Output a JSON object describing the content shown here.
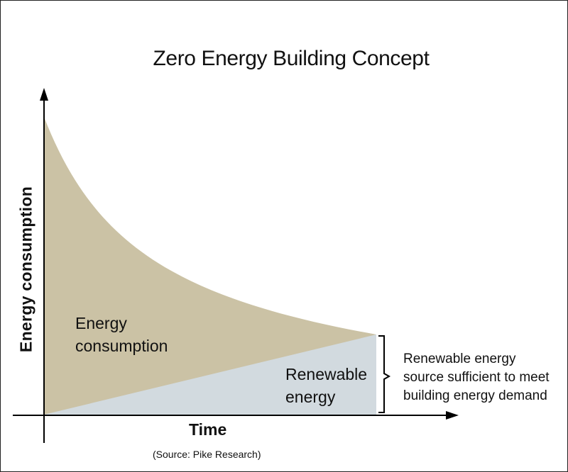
{
  "title": "Zero Energy Building Concept",
  "y_axis_label": "Energy consumption",
  "x_axis_label": "Time",
  "source": "(Source: Pike Research)",
  "regions": {
    "consumption": {
      "line1": "Energy",
      "line2": "consumption",
      "color": "#cbc2a5"
    },
    "renewable": {
      "line1": "Renewable",
      "line2": "energy",
      "color": "#d2dadf"
    }
  },
  "annotation": {
    "line1": "Renewable energy",
    "line2": "source sufficient to meet",
    "line3": "building energy demand"
  },
  "colors": {
    "axis": "#000000",
    "text": "#111111",
    "frame": "#222222"
  }
}
